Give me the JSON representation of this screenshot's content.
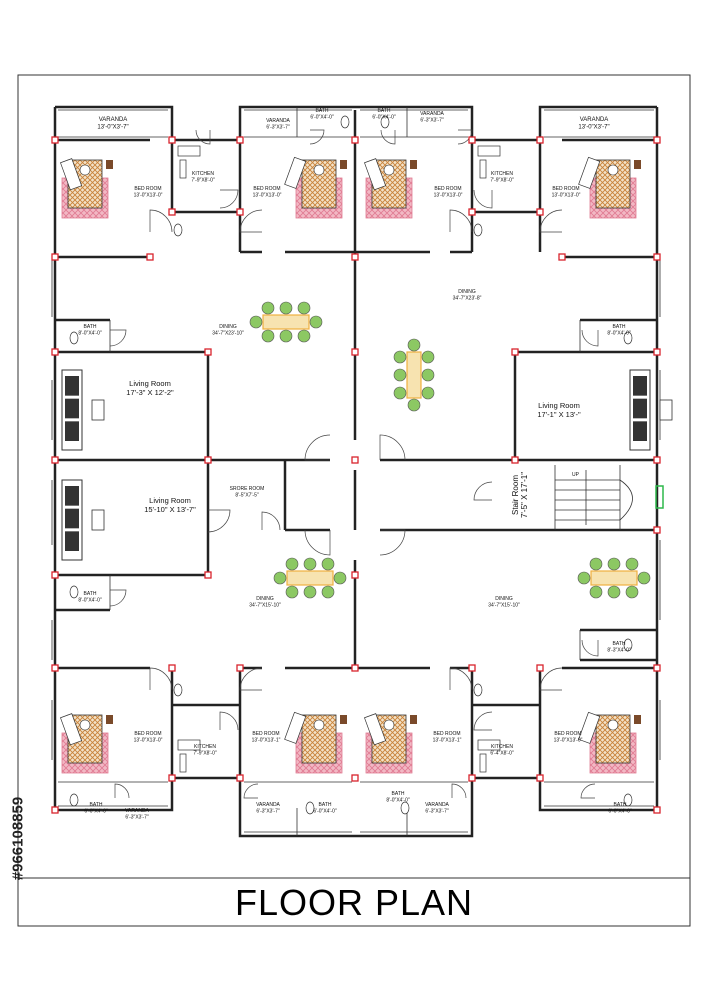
{
  "title": "FLOOR PLAN",
  "stock_id": "#966108859",
  "labels": {
    "varanda_tl": [
      "VARANDA",
      "13'-0\"X3'-7\""
    ],
    "varanda_tm": [
      "VARANDA",
      "6'-3\"X3'-7\""
    ],
    "bath_tm1": [
      "BATH",
      "6'-0\"X4'-0\""
    ],
    "bath_tm2": [
      "BATH",
      "6'-0\"X4'-0\""
    ],
    "varanda_tm2": [
      "VARANDA",
      "6'-3\"X3'-7\""
    ],
    "varanda_tr": [
      "VARANDA",
      "13'-0\"X3'-7\""
    ],
    "bed_t1": [
      "BED ROOM",
      "13'-0\"X13'-0\""
    ],
    "kitchen_t1": [
      "KITCHEN",
      "7'-9\"X8'-0\""
    ],
    "bed_t2": [
      "BED ROOM",
      "13'-0\"X13'-0\""
    ],
    "bed_t3": [
      "BED ROOM",
      "13'-0\"X13'-0\""
    ],
    "kitchen_t2": [
      "KITCHEN",
      "7'-9\"X8'-0\""
    ],
    "bed_t4": [
      "BED ROOM",
      "13'-0\"X13'-0\""
    ],
    "dining_tr": [
      "DINING",
      "34'-7\"X23'-8\""
    ],
    "bath_ml": [
      "BATH",
      "8'-0\"X4'-0\""
    ],
    "dining_tl": [
      "DINING",
      "34'-7\"X23'-10\""
    ],
    "bath_mr": [
      "BATH",
      "8'-0\"X4'-0\""
    ],
    "living_l1": [
      "Living Room",
      "17'-3\" X 12'-2\""
    ],
    "living_r": [
      "Living Room",
      "17'-1\" X 13'-\""
    ],
    "living_l2": [
      "Living Room",
      "15'-10\" X 13'-7\""
    ],
    "store": [
      "SRORE ROOM",
      "8'-5\"X7'-5\""
    ],
    "stair": [
      "Stair Room",
      "7'-5\" X 17'-1\""
    ],
    "up": "UP",
    "bath_bl": [
      "BATH",
      "8'-0\"X4'-0\""
    ],
    "dining_bl": [
      "DINING",
      "34'-7\"X15'-10\""
    ],
    "dining_br": [
      "DINING",
      "34'-7\"X15'-10\""
    ],
    "bath_br": [
      "BATH",
      "8'-3\"X4'-0\""
    ],
    "bed_b1": [
      "BED ROOM",
      "13'-0\"X13'-0\""
    ],
    "kitchen_b1": [
      "KITCHEN",
      "7'-9\"X8'-0\""
    ],
    "bed_b2": [
      "BED ROOM",
      "13'-0\"X13'-1\""
    ],
    "bed_b3": [
      "BED ROOM",
      "13'-0\"X13'-1\""
    ],
    "kitchen_b2": [
      "KITCHEN",
      "6'-4\"X8'-0\""
    ],
    "bed_b4": [
      "BED ROOM",
      "13'-0\"X13'-0\""
    ],
    "bath_b1": [
      "BATH",
      "6'-0\"X4'-0\""
    ],
    "varanda_bl": [
      "VARANDA",
      "6'-3\"X3'-7\""
    ],
    "varanda_bm": [
      "VARANDA",
      "6'-3\"X3'-7\""
    ],
    "bath_bm1": [
      "BATH",
      "6'-0\"X4'-0\""
    ],
    "bath_bm2": [
      "BATH",
      "8'-0\"X4'-0\""
    ],
    "varanda_bm2": [
      "VARANDA",
      "6'-3\"X3'-7\""
    ],
    "bath_br2": [
      "BATH",
      "6'-0\"X4'-0\""
    ]
  },
  "colors": {
    "wall": "#222222",
    "column": "#d8242c",
    "rug": "#f2a0b0",
    "bed_pattern": "#c8823a",
    "chair": "#8cc863",
    "table": "#f0b040",
    "door_window": "#2db84a"
  }
}
